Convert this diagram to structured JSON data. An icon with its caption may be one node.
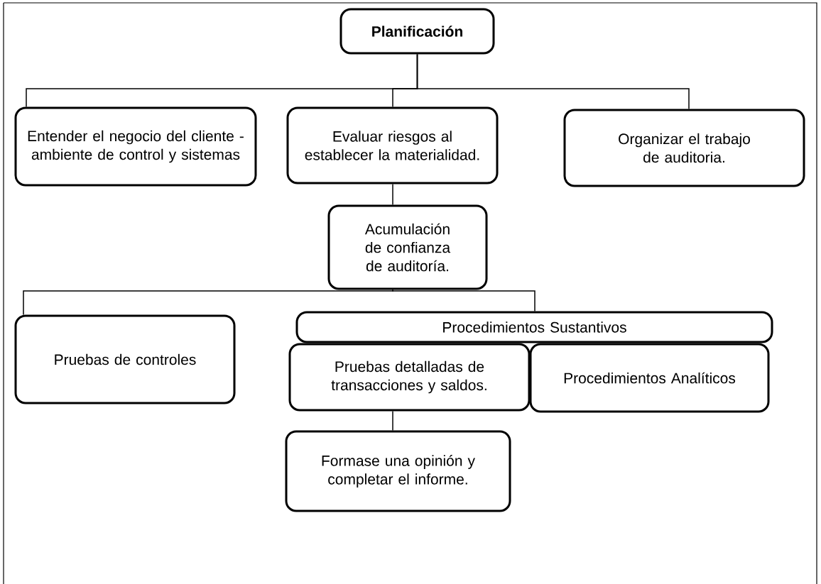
{
  "diagram": {
    "nodes": [
      {
        "text": [
          "Planificación"
        ]
      },
      {
        "text": [
          "Entender el negocio del cliente - ambiente de control y sistemas"
        ]
      },
      {
        "text": [
          "Evaluar riesgos al establecer la materialidad."
        ]
      },
      {
        "text": [
          "Organizar el trabajo de auditoria."
        ]
      },
      {
        "text": [
          "Acumulación de confianza de auditoría."
        ]
      },
      {
        "text": [
          "Pruebas de controles"
        ]
      },
      {
        "text": [
          "Procedimientos Sustantivos"
        ]
      },
      {
        "text": [
          "Pruebas detalladas de transacciones y saldos."
        ]
      },
      {
        "text": [
          "Procedimientos Analíticos"
        ]
      },
      {
        "text": [
          "Formase una opinión y completar el informe."
        ]
      }
    ],
    "edges": [
      {
        "from": 0,
        "to": 1,
        "arrow": "none"
      },
      {
        "from": 0,
        "to": 2,
        "arrow": "none"
      },
      {
        "from": 0,
        "to": 3,
        "arrow": "none"
      },
      {
        "from": 2,
        "to": 4,
        "arrow": "none"
      },
      {
        "from": 4,
        "to": 5,
        "arrow": "none"
      },
      {
        "from": 4,
        "to": 6,
        "arrow": "none"
      },
      {
        "from": 7,
        "to": 9,
        "arrow": "none"
      }
    ]
  }
}
